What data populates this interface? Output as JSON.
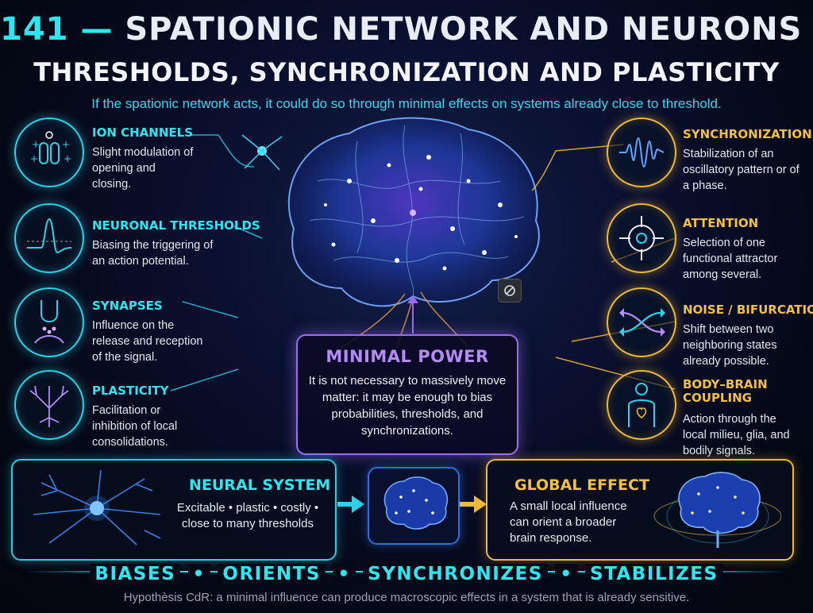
{
  "title": {
    "number": "141",
    "line1": "SPATIONIC NETWORK AND NEURONS",
    "line2": "THRESHOLDS, SYNCHRONIZATION AND PLASTICITY",
    "subtitle": "If the spationic network acts, it could do so through minimal effects on systems already close to threshold."
  },
  "left_items": [
    {
      "label": "ION CHANNELS",
      "text": "Slight modulation of opening and closing.",
      "icon": "ion-channel-icon"
    },
    {
      "label": "NEURONAL THRESHOLDS",
      "text": "Biasing the triggering of an action potential.",
      "icon": "action-potential-icon"
    },
    {
      "label": "SYNAPSES",
      "text": "Influence on the release and reception of the signal.",
      "icon": "synapse-icon"
    },
    {
      "label": "PLASTICITY",
      "text": "Facilitation or inhibition of local consolidations.",
      "icon": "dendrite-tree-icon"
    }
  ],
  "right_items": [
    {
      "label": "SYNCHRONIZATION",
      "text": "Stabilization of an oscillatory pattern or of a phase.",
      "icon": "waveform-icon"
    },
    {
      "label": "ATTENTION",
      "text": "Selection of one functional attractor among several.",
      "icon": "target-icon"
    },
    {
      "label": "NOISE / BIFURCATION",
      "text": "Shift between two neighboring states already possible.",
      "icon": "shuffle-arrows-icon"
    },
    {
      "label": "BODY–BRAIN COUPLING",
      "text": "Action through the local milieu, glia, and bodily signals.",
      "icon": "body-heart-icon"
    }
  ],
  "minimal_power": {
    "title": "MINIMAL POWER",
    "text": "It is not necessary to massively move matter: it may be enough to bias probabilities, thresholds, and synchronizations."
  },
  "neural_system": {
    "title": "NEURAL SYSTEM",
    "text": "Excitable • plastic • costly • close to many thresholds"
  },
  "global_effect": {
    "title": "GLOBAL EFFECT",
    "text": "A small local influence can orient a broader brain response."
  },
  "footer": {
    "words": [
      "BIASES",
      "ORIENTS",
      "SYNCHRONIZES",
      "STABILIZES"
    ],
    "separator": "•",
    "hypothesis": "Hypothèsis CdR: a minimal influence can produce macroscopic effects in a system that is already sensitive."
  },
  "colors": {
    "cyan": "#2ee6f0",
    "gold": "#f4c042",
    "purple": "#b58af6",
    "blue": "#2b6fe0"
  }
}
